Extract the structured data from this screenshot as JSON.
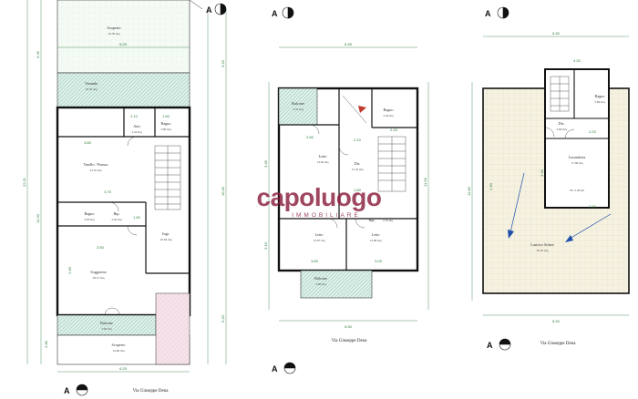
{
  "brand": {
    "name": "capoluogo",
    "tagline": "IMMOBILIARE",
    "color": "#8a1f3d"
  },
  "section_marker": "A",
  "street": "Via Giuseppe Dena",
  "plan_left": {
    "rooms": {
      "scoperto_top": [
        "Scoperto",
        "32.30 mq"
      ],
      "veranda": [
        "Veranda",
        "10.30 mq"
      ],
      "bagno": [
        "Bagno",
        "5.80 mq"
      ],
      "anti": [
        "Anti",
        "3.24 mq"
      ],
      "tinello": [
        "Tinello / Pranzo",
        "23.55 mq"
      ],
      "bagno2": [
        "Bagno",
        "3.95 mq"
      ],
      "rip": [
        "Rip.",
        "2.95 mq"
      ],
      "ingr": [
        "Ingr.",
        "10.94 mq"
      ],
      "soggiorno": [
        "Soggiorno",
        "28.15 mq"
      ],
      "balcone": [
        "Balcone",
        "5.60 mq"
      ],
      "scoperto_bottom": [
        "Scoperto",
        "14.60 mq"
      ]
    },
    "dims": {
      "w_top": "6.05",
      "w_bottom": "6.25",
      "h_total": "22.21",
      "h_upper": "9.45",
      "h_mid": "11.30",
      "h_right": "10.45",
      "h_low": "5.20",
      "a": "2.80",
      "b": "3.80",
      "c": "3.75",
      "d": "3.50",
      "e": "1.50",
      "f": "2.10",
      "g": "1.50",
      "hr": "3.20",
      "ha": "2.60"
    }
  },
  "plan_middle": {
    "rooms": {
      "balcone_top": [
        "Balcone",
        "5.72 mq"
      ],
      "bagno": [
        "Bagno",
        "5.29 mq"
      ],
      "letto1": [
        "Letto",
        "14.62 mq"
      ],
      "dis": [
        "Dis.",
        "15.54 mq"
      ],
      "rip": [
        "Rip.",
        "2.70 mq"
      ],
      "letto2": [
        "Letto",
        "13.97 mq"
      ],
      "letto3": [
        "Letto",
        "12.66 mq"
      ],
      "balcone_bottom": [
        "Balcone",
        "5.60 mq"
      ]
    },
    "dims": {
      "w_top": "6.35",
      "w_bottom": "6.30",
      "h_total": "11.90",
      "a": "3.45",
      "b": "3.10",
      "c": "2.60",
      "d": "2.10",
      "e": "2.25",
      "f": "1.80",
      "g": "3.80",
      "h": "3.05"
    }
  },
  "plan_right": {
    "rooms": {
      "bagno": [
        "Bagno",
        "5.80 mq"
      ],
      "dis": [
        "Dis.",
        "2.99 mq"
      ],
      "lavanderia": [
        "Lavanderia",
        "17.96 mq"
      ],
      "lastrico": [
        "Lastrico Solare",
        "30.70 mq"
      ]
    },
    "dims": {
      "w_top": "6.30",
      "w_bottom": "6.30",
      "w_inner": "4.20",
      "h_total": "11.85",
      "a": "2.20",
      "b": "3.40",
      "c": "2.10",
      "d": "2.60"
    },
    "note_h": "H= 2.40 mt"
  }
}
